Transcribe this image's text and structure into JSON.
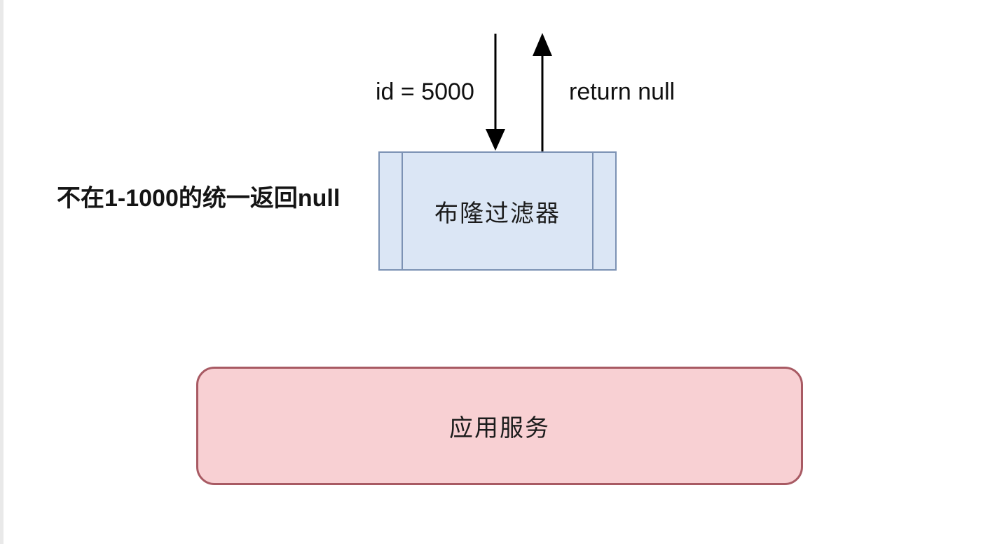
{
  "diagram": {
    "request_label": "id = 5000",
    "response_label": "return null",
    "side_note": "不在1-1000的统一返回null",
    "bloom_filter": {
      "label": "布隆过滤器"
    },
    "app_service": {
      "label": "应用服务"
    }
  },
  "colors": {
    "arrow": "#000000",
    "bloom_fill": "#dbe6f5",
    "bloom_border": "#7c92b4",
    "app_fill": "#f8d0d3",
    "app_border": "#a85a63",
    "page_edge": "#e9e9e9"
  }
}
